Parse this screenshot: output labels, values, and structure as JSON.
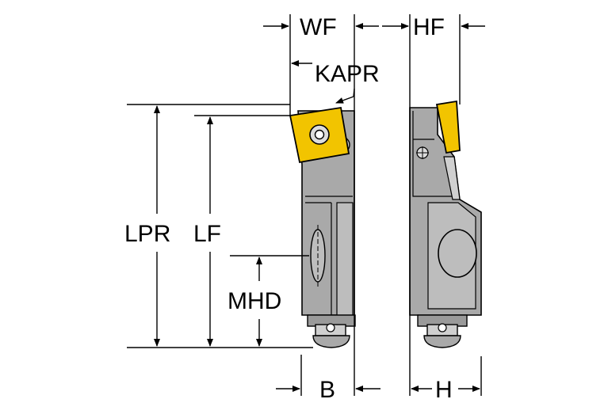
{
  "labels": {
    "wf": "WF",
    "hf": "HF",
    "kapr": "KAPR",
    "lpr": "LPR",
    "lf": "LF",
    "mhd": "MHD",
    "b": "B",
    "h": "H"
  },
  "colors": {
    "body": "#a9a9a9",
    "insert": "#f2c400",
    "line": "#000000",
    "background": "#ffffff"
  }
}
